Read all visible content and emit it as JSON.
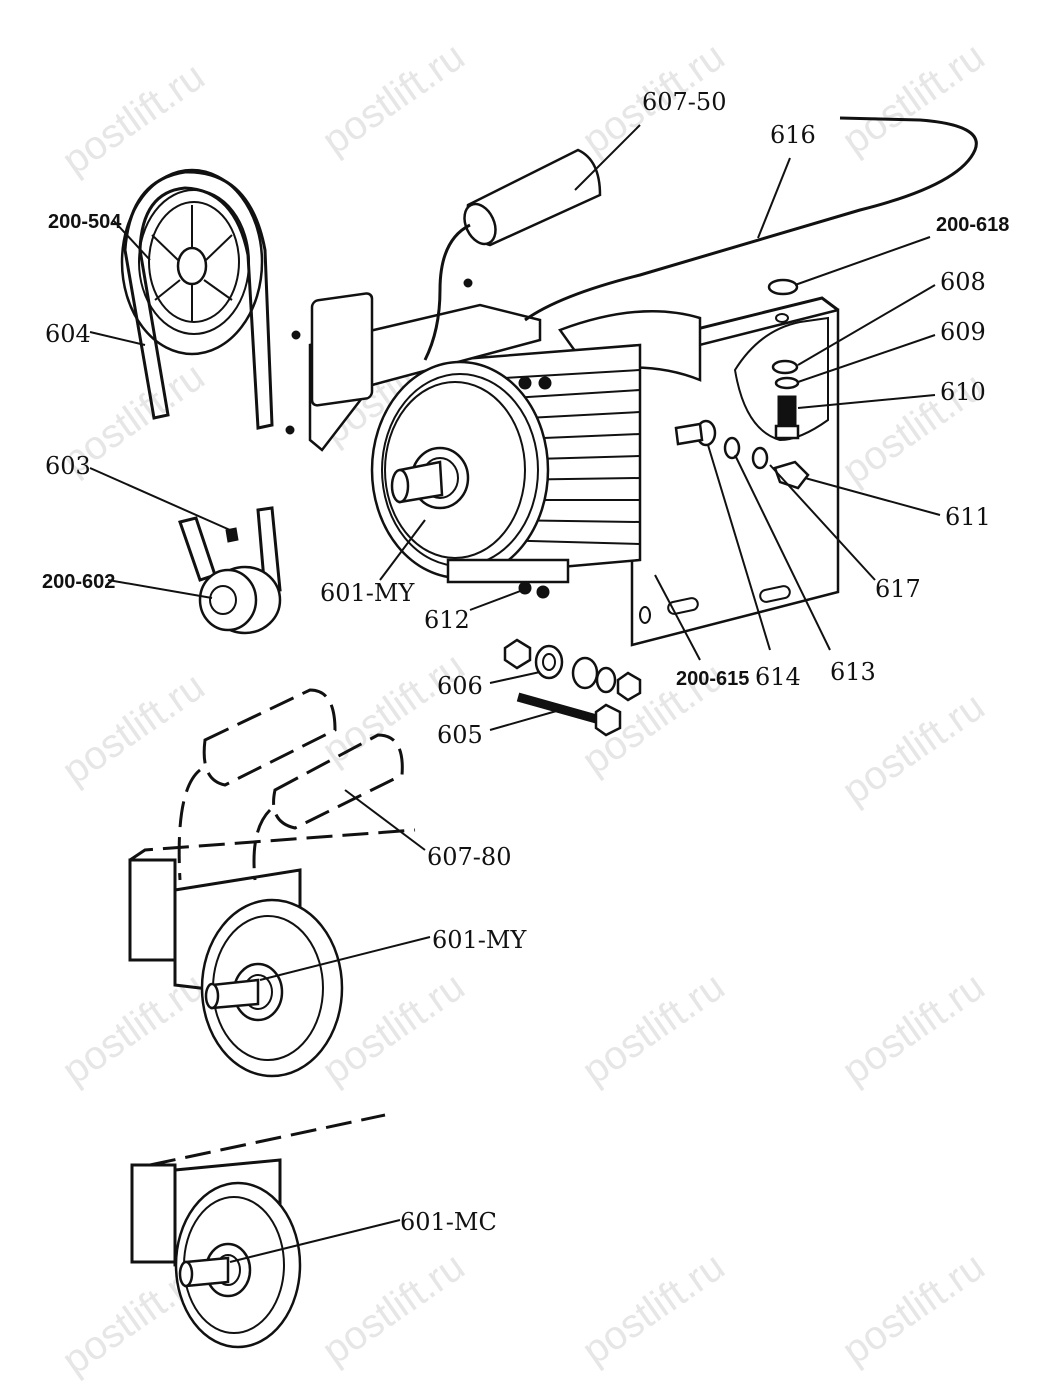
{
  "watermark": {
    "text": "postlift.ru",
    "color": "#e6e6e6"
  },
  "labels": {
    "l_607_50": "607-50",
    "l_616": "616",
    "l_200_618": "200-618",
    "l_608": "608",
    "l_609": "609",
    "l_610": "610",
    "l_611": "611",
    "l_617": "617",
    "l_613": "613",
    "l_614": "614",
    "l_200_615": "200-615",
    "l_612": "612",
    "l_601_my_top": "601-MY",
    "l_200_504": "200-504",
    "l_604": "604",
    "l_603": "603",
    "l_200_602": "200-602",
    "l_606": "606",
    "l_605": "605",
    "l_607_80": "607-80",
    "l_601_my_mid": "601-MY",
    "l_601_mc": "601-MC"
  }
}
